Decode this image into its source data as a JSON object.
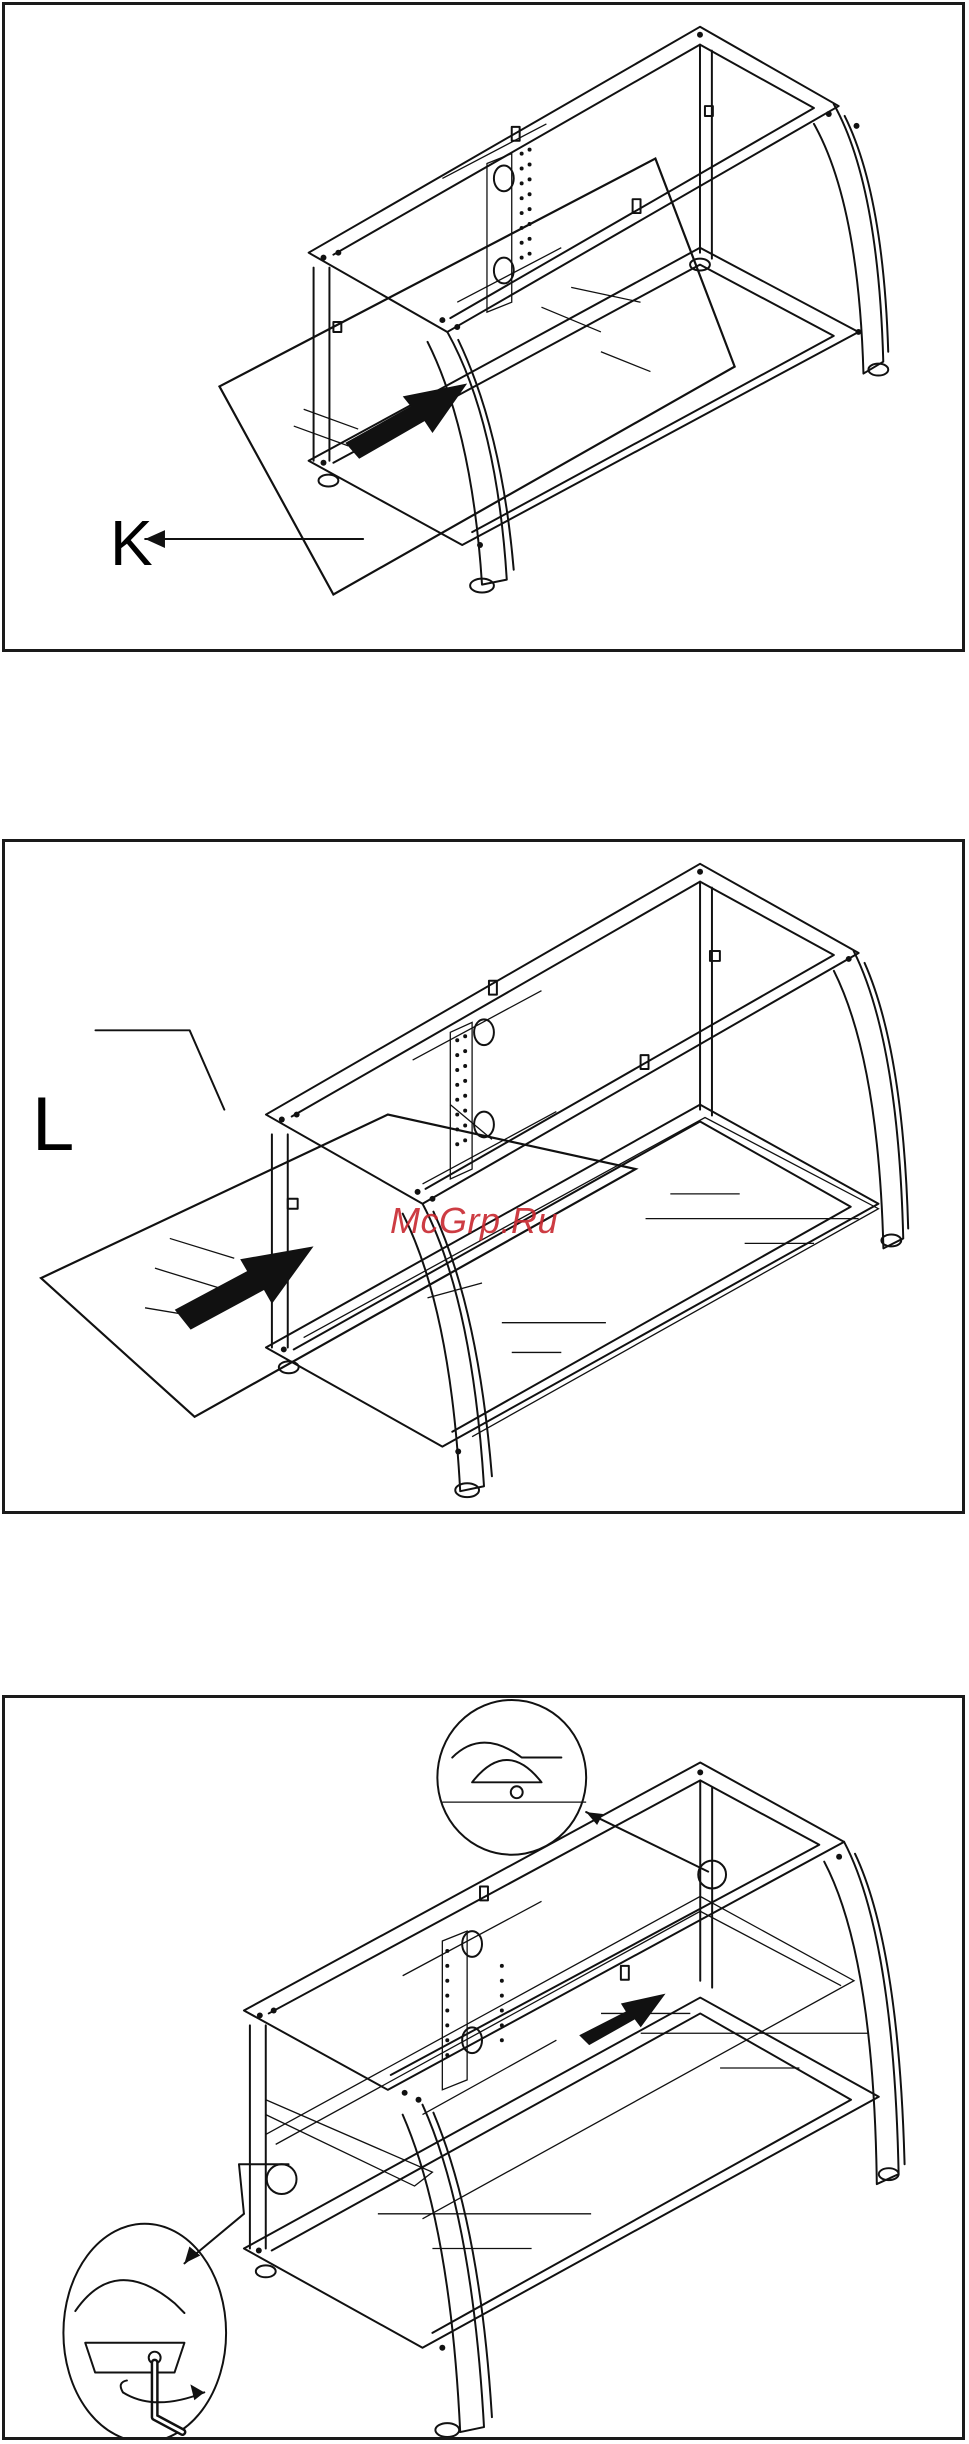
{
  "watermark": "McGrp.Ru",
  "steps": [
    {
      "part_label": "K"
    },
    {
      "part_label": "L"
    },
    {
      "part_label": ""
    }
  ],
  "icons": [
    "arrow-right-icon",
    "detail-magnifier-icon",
    "hex-key-icon",
    "rotate-arrow-icon"
  ]
}
